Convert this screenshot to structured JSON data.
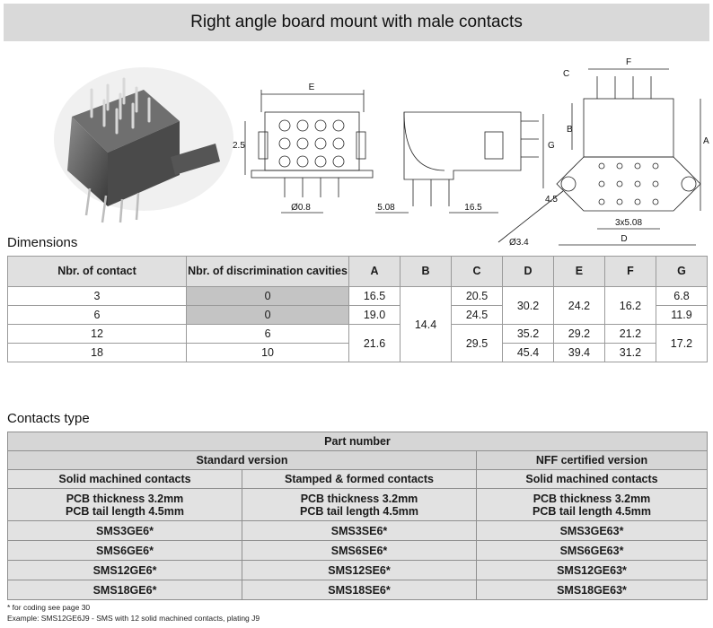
{
  "page_title": "Right angle board mount with male contacts",
  "drawing": {
    "labels": {
      "E": "E",
      "F": "F",
      "G": "G",
      "A": "A",
      "B": "B",
      "C": "C",
      "D": "D",
      "dim_2_5": "2.5",
      "dim_4_5": "4.5",
      "dia_0_8": "Ø0.8",
      "dim_5_08": "5.08",
      "dim_16_5": "16.5",
      "pitch": "3x5.08",
      "dia_3_4": "Ø3.4"
    }
  },
  "dimensions": {
    "title": "Dimensions",
    "headers": [
      "Nbr. of contact",
      "Nbr. of discrimination cavities",
      "A",
      "B",
      "C",
      "D",
      "E",
      "F",
      "G"
    ],
    "rows": [
      {
        "contact": "3",
        "cavities": "0",
        "A": "16.5",
        "C": "20.5",
        "G": "6.8"
      },
      {
        "contact": "6",
        "cavities": "0",
        "A": "19.0",
        "C": "24.5",
        "G": "11.9"
      },
      {
        "contact": "12",
        "cavities": "6",
        "D": "35.2",
        "E": "29.2",
        "F": "21.2"
      },
      {
        "contact": "18",
        "cavities": "10",
        "D": "45.4",
        "E": "39.4",
        "F": "31.2"
      }
    ],
    "merged": {
      "B": "14.4",
      "A_12_18": "21.6",
      "C_12_18": "29.5",
      "D_3_6": "30.2",
      "E_3_6": "24.2",
      "F_3_6": "16.2",
      "G_12_18": "17.2"
    }
  },
  "contacts": {
    "title": "Contacts type",
    "part_number": "Part number",
    "standard_version": "Standard version",
    "nff_version": "NFF certified version",
    "col1": "Solid machined contacts",
    "col2": "Stamped & formed contacts",
    "col3": "Solid machined contacts",
    "spec_line1": "PCB thickness 3.2mm",
    "spec_line2": "PCB tail length 4.5mm",
    "rows": [
      [
        "SMS3GE6*",
        "SMS3SE6*",
        "SMS3GE63*"
      ],
      [
        "SMS6GE6*",
        "SMS6SE6*",
        "SMS6GE63*"
      ],
      [
        "SMS12GE6*",
        "SMS12SE6*",
        "SMS12GE63*"
      ],
      [
        "SMS18GE6*",
        "SMS18SE6*",
        "SMS18GE63*"
      ]
    ]
  },
  "footnotes": {
    "note1": "* for coding see page 30",
    "note2": "Example: SMS12GE6J9 - SMS with 12 solid machined contacts, plating J9"
  }
}
